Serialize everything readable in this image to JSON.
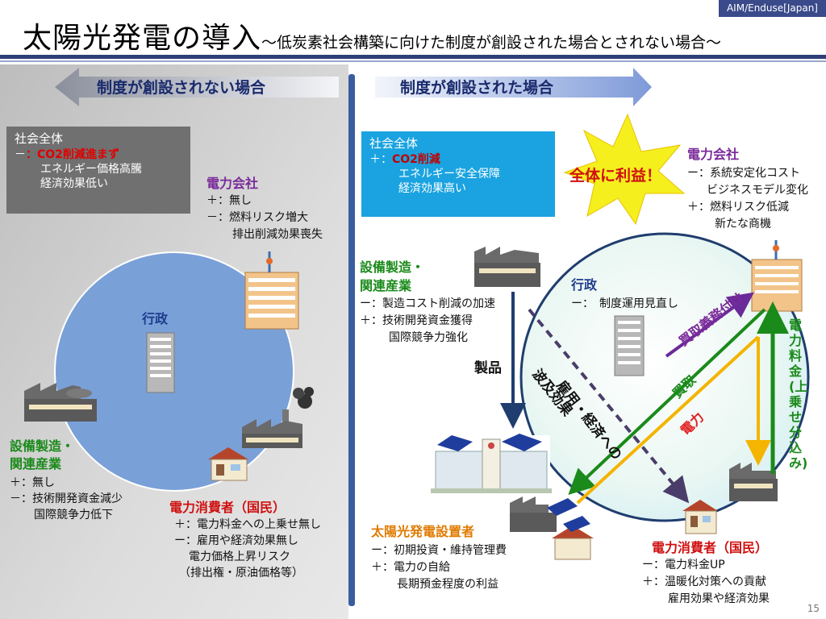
{
  "header": {
    "tag": "AIM/Enduse[Japan]",
    "title_main": "太陽光発電の導入",
    "title_sub": "～低炭素社会構築に向けた制度が創設された場合とされない場合～"
  },
  "left": {
    "banner": "制度が創設されない場合",
    "society": {
      "title": "社会全体",
      "sign": "－",
      "lines": [
        "：CO2削減進まず",
        "エネルギー価格高騰",
        "経済効果低い"
      ]
    },
    "power_company": {
      "title": "電力会社",
      "lines": [
        "＋：無し",
        "－：燃料リスク増大",
        "排出削減効果喪失"
      ]
    },
    "government": {
      "title": "行政"
    },
    "equipment": {
      "title_1": "設備製造・",
      "title_2": "関連産業",
      "lines": [
        "＋：無し",
        "－：技術開発資金減少",
        "国際競争力低下"
      ]
    },
    "consumer": {
      "title": "電力消費者（国民）",
      "lines": [
        "＋：電力料金への上乗せ無し",
        "ー：雇用や経済効果無し",
        "電力価格上昇リスク",
        "（排出権・原油価格等）"
      ]
    }
  },
  "right": {
    "banner": "制度が創設された場合",
    "society": {
      "title": "社会全体",
      "sign": "＋：",
      "lines": [
        "CO2削減",
        "エネルギー安全保障",
        "経済効果高い"
      ]
    },
    "burst": "全体に利益！",
    "power_company": {
      "title": "電力会社",
      "lines": [
        "ー：系統安定化コスト",
        "ビジネスモデル変化",
        "＋：燃料リスク低減",
        "新たな商機"
      ]
    },
    "equipment": {
      "title_1": "設備製造・",
      "title_2": "関連産業",
      "lines": [
        "ー：製造コスト削減の加速",
        "＋：技術開発資金獲得",
        "国際競争力強化"
      ]
    },
    "government": {
      "title": "行政",
      "lines": [
        "ー：　制度運用見直し"
      ]
    },
    "arrows": {
      "product": "製品",
      "ripple": "雇用・経済への",
      "ripple2": "波及効果",
      "obligation": "買取義務付け",
      "purchase": "買取",
      "electricity": "電力",
      "tariff": "電力料金(上乗せ分込み)"
    },
    "installer": {
      "title": "太陽光発電設置者",
      "lines": [
        "ー：初期投資・維持管理費",
        "＋：電力の自給",
        "長期預金程度の利益"
      ]
    },
    "consumer": {
      "title": "電力消費者（国民）",
      "lines": [
        "ー：電力料金UP",
        "＋：温暖化対策への貢献",
        "雇用効果や経済効果"
      ]
    }
  },
  "slide_number": "15"
}
